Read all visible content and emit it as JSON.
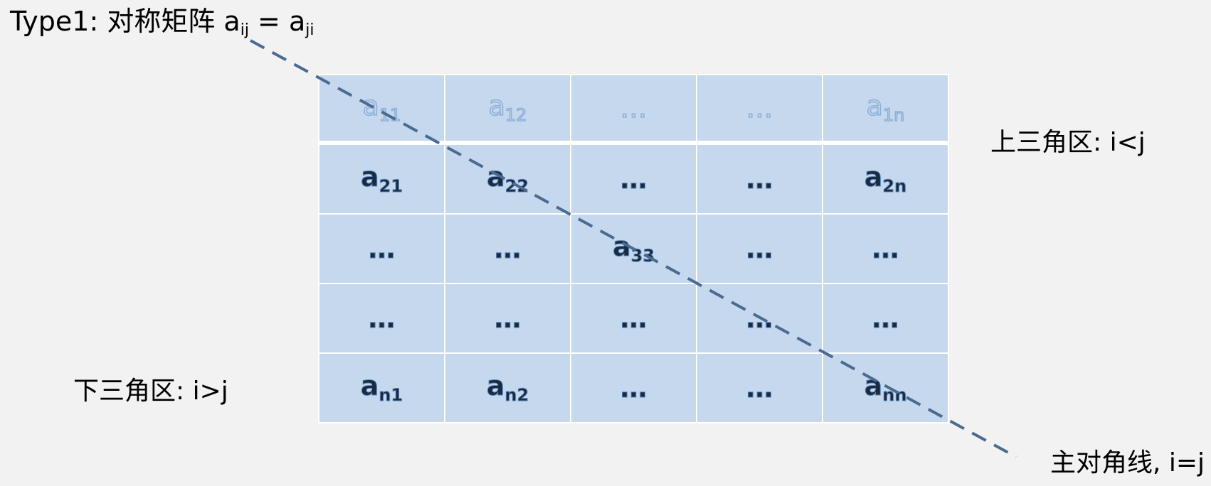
{
  "title": {
    "prefix": "Type1: 对称矩阵 a",
    "sub1": "ij",
    "mid": " = a",
    "sub2": "ji"
  },
  "labels": {
    "upper": "上三角区: i<j",
    "lower": "下三角区: i>j",
    "diagonal": "主对角线, i=j"
  },
  "matrix": {
    "rows": [
      [
        {
          "base": "a",
          "sub": "11"
        },
        {
          "base": "a",
          "sub": "12"
        },
        {
          "base": "…",
          "sub": ""
        },
        {
          "base": "…",
          "sub": ""
        },
        {
          "base": "a",
          "sub": "1n"
        }
      ],
      [
        {
          "base": "a",
          "sub": "21"
        },
        {
          "base": "a",
          "sub": "22"
        },
        {
          "base": "…",
          "sub": ""
        },
        {
          "base": "…",
          "sub": ""
        },
        {
          "base": "a",
          "sub": "2n"
        }
      ],
      [
        {
          "base": "…",
          "sub": ""
        },
        {
          "base": "…",
          "sub": ""
        },
        {
          "base": "a",
          "sub": "33"
        },
        {
          "base": "…",
          "sub": ""
        },
        {
          "base": "…",
          "sub": ""
        }
      ],
      [
        {
          "base": "…",
          "sub": ""
        },
        {
          "base": "…",
          "sub": ""
        },
        {
          "base": "…",
          "sub": ""
        },
        {
          "base": "…",
          "sub": ""
        },
        {
          "base": "…",
          "sub": ""
        }
      ],
      [
        {
          "base": "a",
          "sub": "n1"
        },
        {
          "base": "a",
          "sub": "n2"
        },
        {
          "base": "…",
          "sub": ""
        },
        {
          "base": "…",
          "sub": ""
        },
        {
          "base": "a",
          "sub": "nn"
        }
      ]
    ]
  },
  "colors": {
    "background": "#f2f2f2",
    "cell_fill": "#c5d8ed",
    "grid_line": "#ffffff",
    "diagonal_line": "#4a6b91"
  }
}
